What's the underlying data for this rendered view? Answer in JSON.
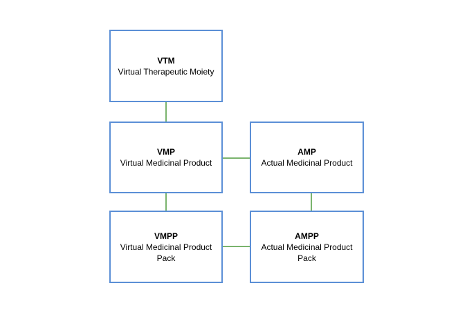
{
  "nodes": {
    "vtm": {
      "abbr": "VTM",
      "full": "Virtual Therapeutic Moiety"
    },
    "vmp": {
      "abbr": "VMP",
      "full": "Virtual Medicinal Product"
    },
    "amp": {
      "abbr": "AMP",
      "full": "Actual Medicinal Product"
    },
    "vmpp": {
      "abbr": "VMPP",
      "full": "Virtual Medicinal Product Pack"
    },
    "ampp": {
      "abbr": "AMPP",
      "full": "Actual Medicinal Product Pack"
    }
  },
  "edges": [
    {
      "from": "VTM",
      "to": "VMP"
    },
    {
      "from": "VMP",
      "to": "AMP"
    },
    {
      "from": "VMP",
      "to": "VMPP"
    },
    {
      "from": "AMP",
      "to": "AMPP"
    },
    {
      "from": "VMPP",
      "to": "AMPP"
    }
  ],
  "colors": {
    "box_border": "#5b8fd6",
    "connector": "#4d9a3c",
    "text": "#000000",
    "background": "#ffffff"
  }
}
